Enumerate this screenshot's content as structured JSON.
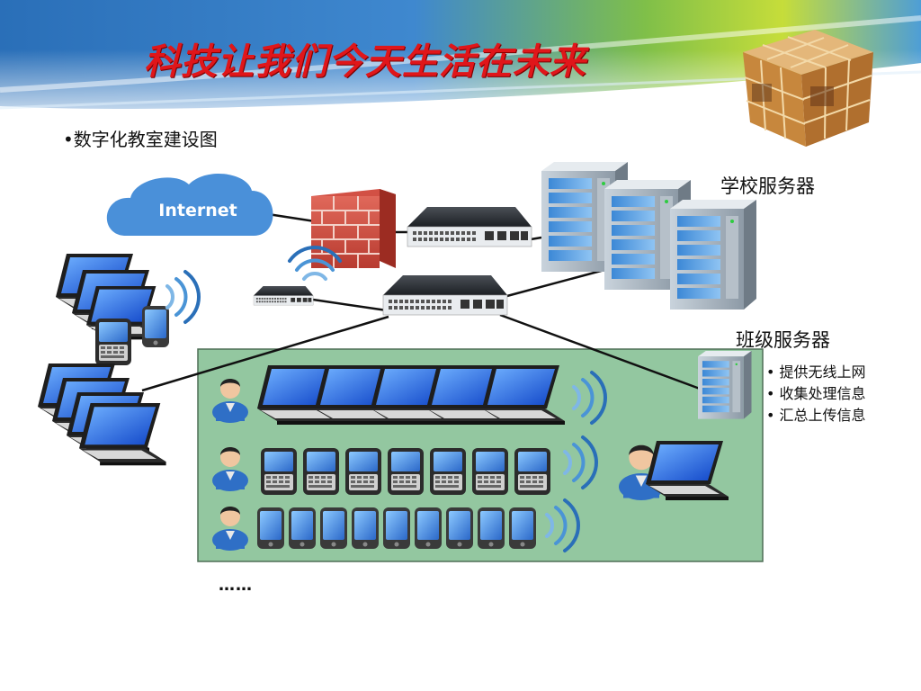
{
  "slide": {
    "title": "科技让我们今天生活在未来",
    "subtitle": "•数字化教室建设图",
    "internet_label": "Internet",
    "school_server_label": "学校服务器",
    "class_server_label": "班级服务器",
    "class_server_features": [
      "提供无线上网",
      "收集处理信息",
      "汇总上传信息"
    ],
    "ellipsis": "……"
  },
  "colors": {
    "title_red": "#e0161a",
    "classroom_green": "#93c7a0",
    "cloud_blue": "#4a90d9",
    "banner_blue": "#2f78c4",
    "banner_green": "#8cc63f"
  },
  "icons": [
    "internet-cloud",
    "firewall",
    "switch",
    "server",
    "laptop",
    "tablet",
    "pda",
    "teacher-avatar",
    "student-avatar",
    "wireless-signal"
  ]
}
